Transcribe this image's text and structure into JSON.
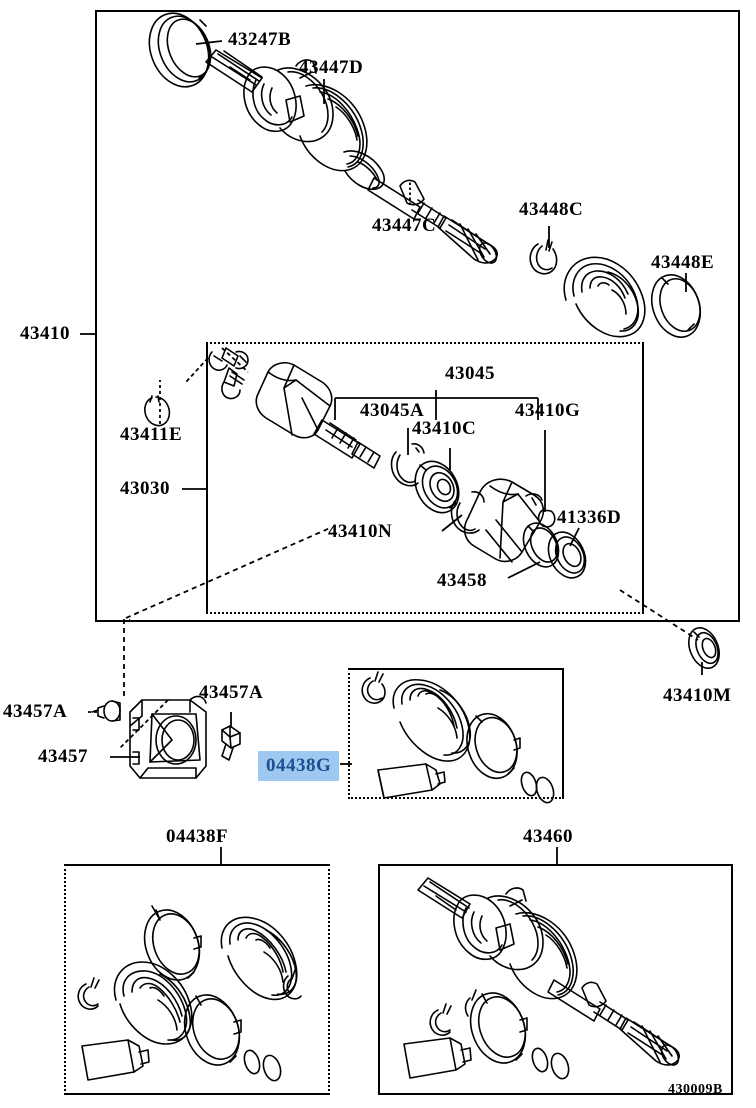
{
  "diagram": {
    "reference_code": "430009B",
    "title_group": "43410",
    "subgroup": "43030"
  },
  "labels": {
    "p43410": "43410",
    "p43247B": "43247B",
    "p43447D": "43447D",
    "p43447C": "43447C",
    "p43448C": "43448C",
    "p43448E": "43448E",
    "p43030": "43030",
    "p43411E": "43411E",
    "p43045": "43045",
    "p43045A": "43045A",
    "p43410C": "43410C",
    "p43410G": "43410G",
    "p43410N": "43410N",
    "p41336D": "41336D",
    "p43458": "43458",
    "p43410M": "43410M",
    "p43457": "43457",
    "p43457A_left": "43457A",
    "p43457A_right": "43457A",
    "p04438G": "04438G",
    "p04438F": "04438F",
    "p43460": "43460"
  },
  "colors": {
    "highlight_bg": "#9ec8f0",
    "highlight_text": "#1b4f91",
    "line": "#000000",
    "paper": "#ffffff"
  }
}
